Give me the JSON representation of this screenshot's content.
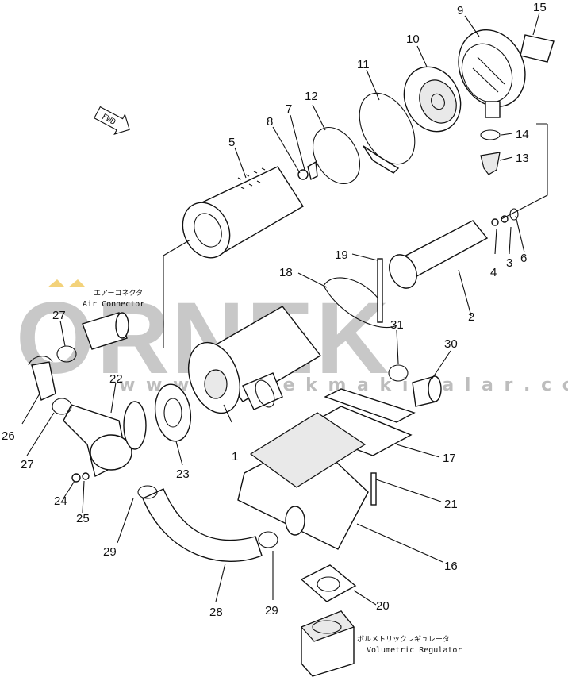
{
  "watermark": {
    "logo": "ORNEK",
    "url": "w w w . o r n e k m a k i n a l a r . c o m . t r"
  },
  "diagram": {
    "fwd_label": "FWD",
    "air_connector": {
      "jp": "エアーコネクタ",
      "en": "Air Connector"
    },
    "volumetric_regulator": {
      "jp": "ボルメトリックレギュレータ",
      "en": "Volumetric Regulator"
    },
    "callouts": [
      {
        "id": "c1",
        "text": "1"
      },
      {
        "id": "c2",
        "text": "2"
      },
      {
        "id": "c3",
        "text": "3"
      },
      {
        "id": "c4",
        "text": "4"
      },
      {
        "id": "c5",
        "text": "5"
      },
      {
        "id": "c6",
        "text": "6"
      },
      {
        "id": "c7",
        "text": "7"
      },
      {
        "id": "c8",
        "text": "8"
      },
      {
        "id": "c9",
        "text": "9"
      },
      {
        "id": "c10",
        "text": "10"
      },
      {
        "id": "c11",
        "text": "11"
      },
      {
        "id": "c12",
        "text": "12"
      },
      {
        "id": "c13",
        "text": "13"
      },
      {
        "id": "c14",
        "text": "14"
      },
      {
        "id": "c15",
        "text": "15"
      },
      {
        "id": "c16",
        "text": "16"
      },
      {
        "id": "c17",
        "text": "17"
      },
      {
        "id": "c18",
        "text": "18"
      },
      {
        "id": "c19",
        "text": "19"
      },
      {
        "id": "c20",
        "text": "20"
      },
      {
        "id": "c21",
        "text": "21"
      },
      {
        "id": "c22",
        "text": "22"
      },
      {
        "id": "c23",
        "text": "23"
      },
      {
        "id": "c24",
        "text": "24"
      },
      {
        "id": "c25",
        "text": "25"
      },
      {
        "id": "c26",
        "text": "26"
      },
      {
        "id": "c27a",
        "text": "27"
      },
      {
        "id": "c27b",
        "text": "27"
      },
      {
        "id": "c28",
        "text": "28"
      },
      {
        "id": "c29a",
        "text": "29"
      },
      {
        "id": "c29b",
        "text": "29"
      },
      {
        "id": "c30",
        "text": "30"
      },
      {
        "id": "c31",
        "text": "31"
      }
    ]
  }
}
